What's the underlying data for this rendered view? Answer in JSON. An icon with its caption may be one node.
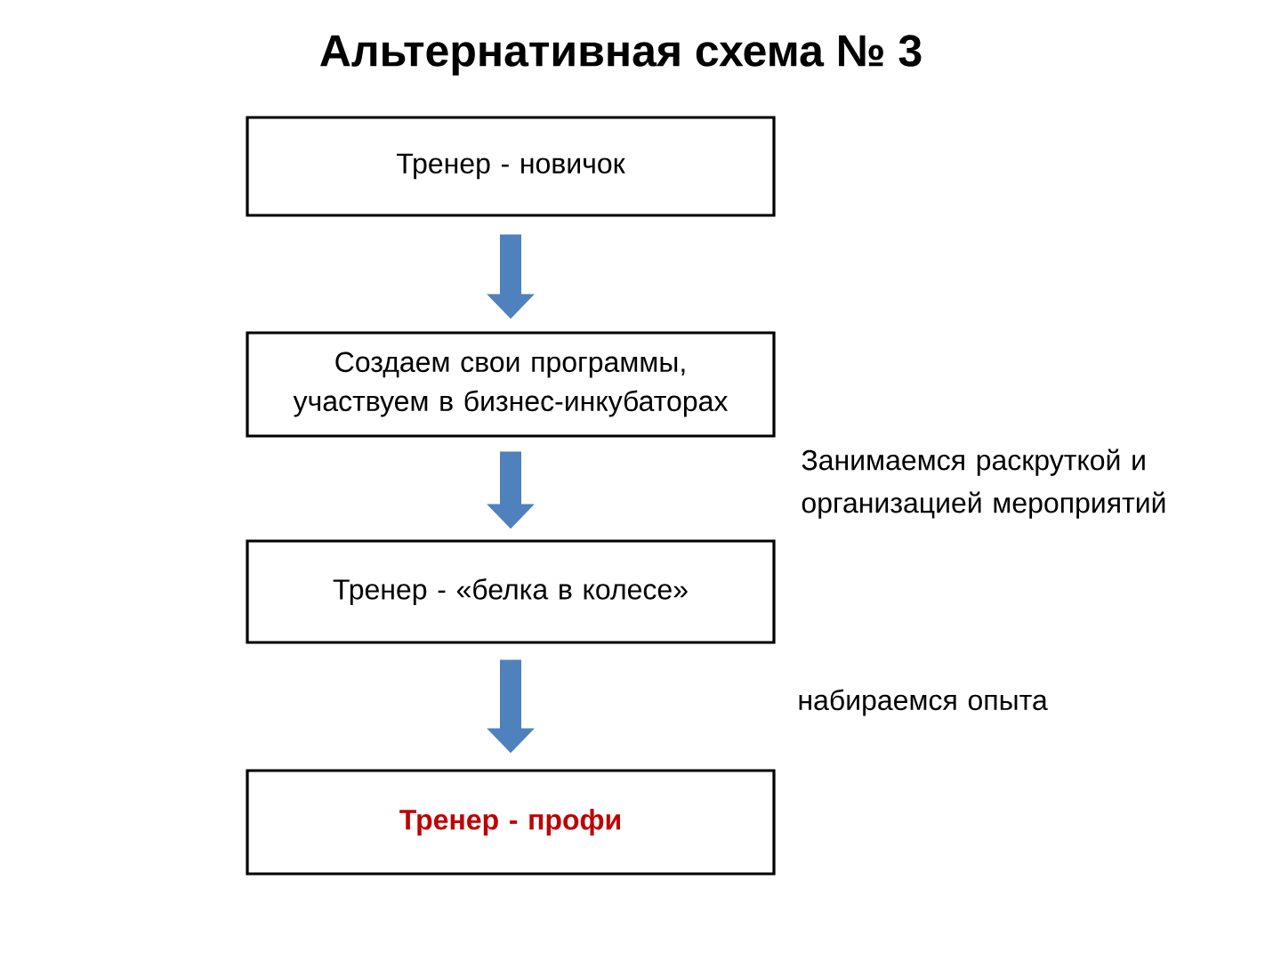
{
  "diagram": {
    "title": "Альтернативная схема № 3",
    "nodes": [
      {
        "text": [
          "Тренер - новичок"
        ]
      },
      {
        "text": [
          "Создаем свои программы, участвуем в бизнес-инкубаторах"
        ]
      },
      {
        "text": [
          "Тренер - «белка в колесе»"
        ]
      },
      {
        "text": [
          "Тренер - профи"
        ]
      }
    ],
    "edges": [
      {
        "from": 0,
        "to": 1,
        "arrow": "to"
      },
      {
        "from": 1,
        "to": 2,
        "arrow": "to"
      },
      {
        "from": 2,
        "to": 3,
        "arrow": "to"
      }
    ],
    "labels": [
      "Занимаемся раскруткой и организацией мероприятий",
      "набираемся опыта"
    ]
  }
}
